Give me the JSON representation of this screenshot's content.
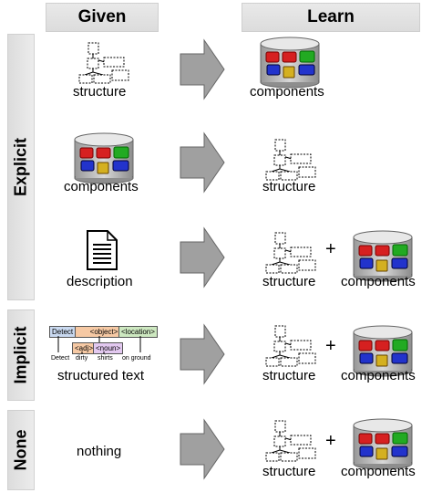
{
  "headers": {
    "given": "Given",
    "learn": "Learn"
  },
  "sections": {
    "explicit": "Explicit",
    "implicit": "Implicit",
    "none": "None"
  },
  "given": {
    "row1": "structure",
    "row2": "components",
    "row3": "description",
    "row4": "structured text",
    "row5": "nothing"
  },
  "learn": {
    "row1": "components",
    "row2": "structure",
    "row3_left": "structure",
    "row3_right": "components",
    "row4_left": "structure",
    "row4_right": "components",
    "row5_left": "structure",
    "row5_right": "components",
    "plus": "+"
  },
  "structured_text": {
    "tags": {
      "detect": "Detect",
      "object": "<object>",
      "location": "<location>",
      "adj": "<adj>",
      "noun": "<noun>"
    },
    "words": {
      "detect": "Detect",
      "dirty": "dirty",
      "shirts": "shirts",
      "on_ground": "on ground"
    }
  },
  "colors": {
    "header_bg": "#e0e0e0",
    "arrow": "#a0a0a0",
    "red": "#d62020",
    "green": "#22aa22",
    "blue": "#2233cc",
    "gold": "#d4b020",
    "tag_blue": "#c9d9f0",
    "tag_orange": "#f6c9a4",
    "tag_green": "#cde8c0",
    "tag_purple": "#e3c9f0"
  }
}
